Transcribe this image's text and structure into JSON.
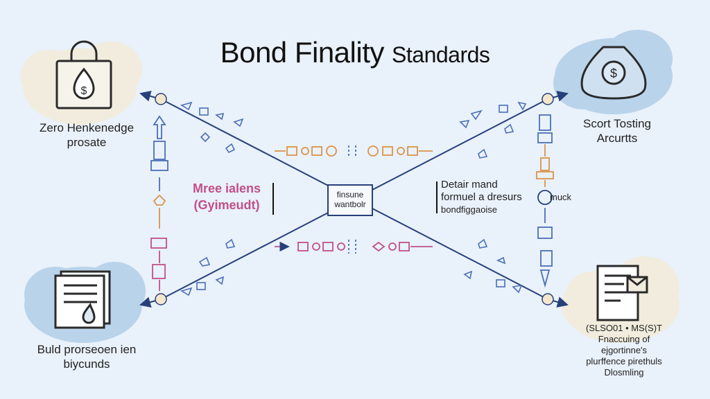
{
  "title": {
    "main": "Bond Finality",
    "sub": "Standards"
  },
  "nodes": {
    "top_left": {
      "line1": "Zero Henkenedge",
      "line2": "prosate"
    },
    "top_right": {
      "line1": "Scort Tosting",
      "line2": "Arcurtts"
    },
    "bottom_left": {
      "line1": "Buld prorseoen ien",
      "line2": "biycunds"
    },
    "bottom_right": {
      "line1": "(SLSO01 • MS(S)T",
      "line2": "Fnaccuing of",
      "line3": "ejgortinne's",
      "line4": "plurffence pirethuls",
      "line5": "Dlosmling"
    }
  },
  "center": {
    "line1": "finsune",
    "line2": "wantbolr"
  },
  "middle_left": {
    "line1": "Mree ialens",
    "line2": "(Gyimeudt)"
  },
  "middle_right": {
    "line1": "Detair mand",
    "line2": "formuel a dresurs",
    "line3": "bondfiggaoise"
  },
  "side_label": "muck",
  "colors": {
    "line": "#27407a",
    "blue": "#4a6fb5",
    "pink": "#c0508a",
    "orange": "#d9944a",
    "cloud": "#f1ecdd",
    "cloud_blue": "#b9d3ea"
  }
}
